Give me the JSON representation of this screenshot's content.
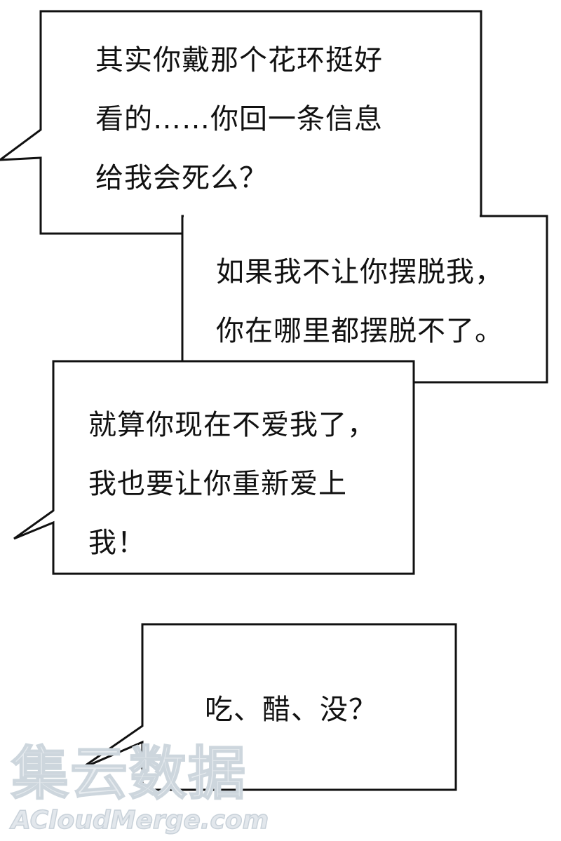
{
  "bubbles": [
    {
      "lines": [
        "其实你戴那个花环挺好",
        "看的……你回一条信息",
        "给我会死么？"
      ]
    },
    {
      "lines": [
        "如果我不让你摆脱我，",
        "你在哪里都摆脱不了。"
      ]
    },
    {
      "lines": [
        "就算你现在不爱我了，",
        "我也要让你重新爱上",
        "我！"
      ]
    },
    {
      "lines": [
        "吃、醋、没？"
      ]
    }
  ],
  "watermark": {
    "title": "集云数据",
    "url": "ACloudMerge.com"
  },
  "colors": {
    "background": "#ffffff",
    "outline": "#111111",
    "text": "#111111",
    "watermark": "#dfe5ea"
  }
}
